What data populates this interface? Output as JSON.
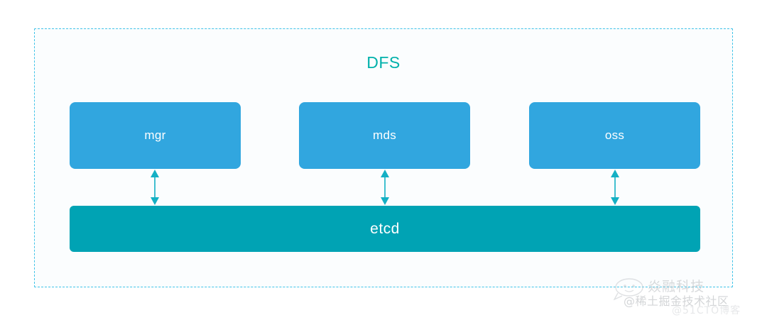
{
  "diagram": {
    "title": "DFS",
    "services": [
      {
        "label": "mgr"
      },
      {
        "label": "mds"
      },
      {
        "label": "oss"
      }
    ],
    "store": {
      "label": "etcd"
    },
    "connectors": [
      {
        "name": "mgr-etcd-link"
      },
      {
        "name": "mds-etcd-link"
      },
      {
        "name": "oss-etcd-link"
      }
    ],
    "colors": {
      "container_border": "#3fc3e8",
      "container_fill": "#fbfdfe",
      "title": "#00b1ab",
      "service_box": "#31a6df",
      "service_text": "#ffffff",
      "store_bar": "#00a3b4",
      "store_text": "#ffffff",
      "arrow": "#14b0c4",
      "page_background": "#ffffff"
    }
  },
  "watermark": {
    "brand": "焱融科技",
    "handle": "@稀土掘金技术社区",
    "sub": "@51CTO博客"
  }
}
